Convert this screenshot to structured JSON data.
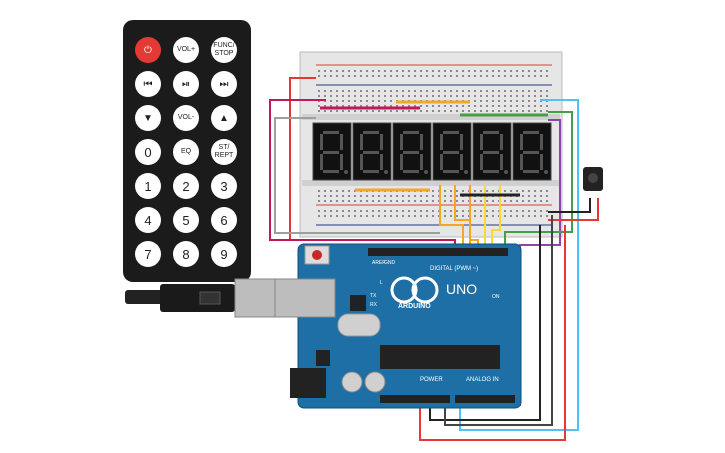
{
  "remote": {
    "buttons": [
      {
        "id": "power",
        "label": "⏻"
      },
      {
        "id": "vol_up",
        "label": "VOL+"
      },
      {
        "id": "func_stop",
        "label": "FUNC/ STOP"
      },
      {
        "id": "prev",
        "label": "⏮"
      },
      {
        "id": "play_pause",
        "label": "⏯"
      },
      {
        "id": "next",
        "label": "⏭"
      },
      {
        "id": "down",
        "label": "▼"
      },
      {
        "id": "vol_down",
        "label": "VOL-"
      },
      {
        "id": "up",
        "label": "▲"
      },
      {
        "id": "zero",
        "label": "0"
      },
      {
        "id": "eq",
        "label": "EQ"
      },
      {
        "id": "st_rept",
        "label": "ST/ REPT"
      },
      {
        "id": "one",
        "label": "1"
      },
      {
        "id": "two",
        "label": "2"
      },
      {
        "id": "three",
        "label": "3"
      },
      {
        "id": "four",
        "label": "4"
      },
      {
        "id": "five",
        "label": "5"
      },
      {
        "id": "six",
        "label": "6"
      },
      {
        "id": "seven",
        "label": "7"
      },
      {
        "id": "eight",
        "label": "8"
      },
      {
        "id": "nine",
        "label": "9"
      }
    ]
  },
  "board": {
    "brand": "ARDUINO",
    "model": "UNO",
    "digital_label": "DIGITAL (PWM ~)",
    "power_label": "POWER",
    "analog_label": "ANALOG IN",
    "aref_label": "AREF",
    "gnd_label": "GND",
    "on_label": "ON",
    "l_label": "L",
    "tx_label": "TX",
    "rx_label": "RX"
  },
  "display": {
    "digits": 6
  },
  "colors": {
    "wire_red": "#e53935",
    "wire_purple": "#8e44ad",
    "wire_magenta": "#c2185b",
    "wire_orange": "#f5a623",
    "wire_green": "#43a047",
    "wire_cyan": "#4fc3f7",
    "wire_grey": "#9e9e9e",
    "board_blue": "#1d6fa5"
  }
}
